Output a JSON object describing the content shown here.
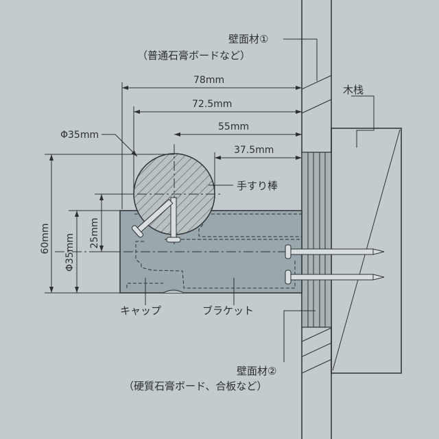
{
  "labels": {
    "wall1": "壁面材①",
    "wall1_note": "（普通石膏ボードなど）",
    "stud": "木栈",
    "rail_dia": "Φ35mm",
    "rail": "手すり棒",
    "cap": "キャップ",
    "bracket": "ブラケット",
    "wall2": "壁面材②",
    "wall2_note": "（硬質石膏ボード、合板など）"
  },
  "dimensions": {
    "d78": "78mm",
    "d72_5": "72.5mm",
    "d55": "55mm",
    "d37_5": "37.5mm",
    "h60": "60mm",
    "h35": "Φ35mm",
    "h25": "25mm"
  },
  "colors": {
    "background": "#c4cbcd",
    "bracket": "#9aa7ac",
    "plywood": "#aab4b7",
    "line": "#2b2f31"
  }
}
